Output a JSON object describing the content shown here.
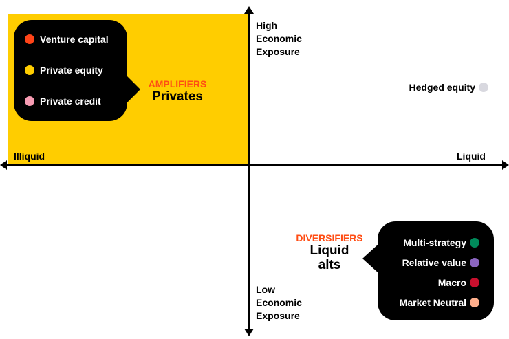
{
  "axes": {
    "x_left_label": "Illiquid",
    "x_right_label": "Liquid",
    "y_top_label": [
      "High",
      "Economic",
      "Exposure"
    ],
    "y_bottom_label": [
      "Low",
      "Economic",
      "Exposure"
    ]
  },
  "colors": {
    "quadrant_highlight": "#FFCD00",
    "kicker": "#FF4D14",
    "bubble": "#000000"
  },
  "groups": {
    "amplifiers": {
      "kicker": "AMPLIFIERS",
      "name": "Privates",
      "items": [
        {
          "label": "Venture capital",
          "color": "#FF4418"
        },
        {
          "label": "Private equity",
          "color": "#FFCD00"
        },
        {
          "label": "Private credit",
          "color": "#F79CB3"
        }
      ]
    },
    "diversifiers": {
      "kicker": "DIVERSIFIERS",
      "name_line1": "Liquid",
      "name_line2": "alts",
      "items": [
        {
          "label": "Multi-strategy",
          "color": "#008A5A"
        },
        {
          "label": "Relative value",
          "color": "#8B65C0"
        },
        {
          "label": "Macro",
          "color": "#C8102E"
        },
        {
          "label": "Market Neutral",
          "color": "#FFAF8C"
        }
      ]
    }
  },
  "standalone": {
    "hedged_equity": {
      "label": "Hedged equity",
      "color": "#D8D8DF"
    }
  }
}
